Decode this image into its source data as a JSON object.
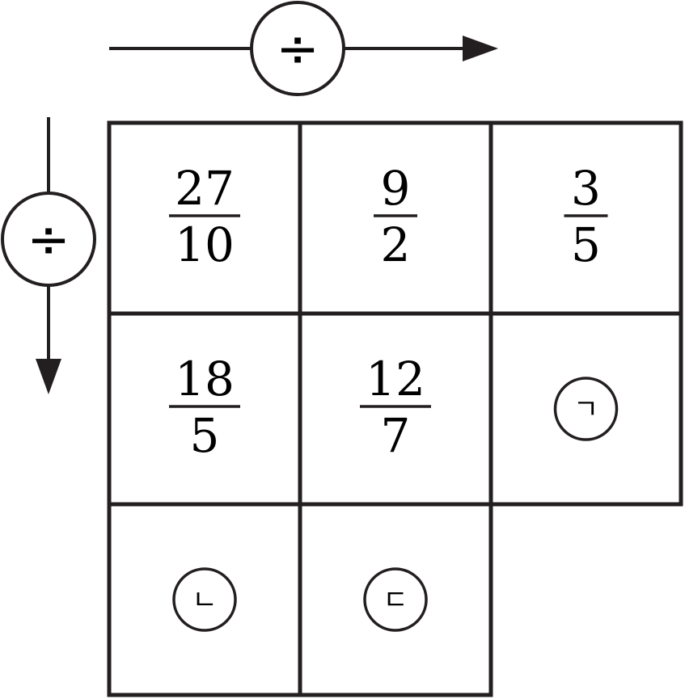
{
  "operators": {
    "horizontal": "÷",
    "vertical": "÷"
  },
  "grid": {
    "rows": [
      [
        {
          "numerator": "27",
          "denominator": "10"
        },
        {
          "numerator": "9",
          "denominator": "2"
        },
        {
          "numerator": "3",
          "denominator": "5"
        }
      ],
      [
        {
          "numerator": "18",
          "denominator": "5"
        },
        {
          "numerator": "12",
          "denominator": "7"
        },
        {
          "blank": "ㄱ"
        }
      ],
      [
        {
          "blank": "ㄴ"
        },
        {
          "blank": "ㄷ"
        },
        null
      ]
    ]
  },
  "colors": {
    "stroke": "#231f20",
    "background": "#ffffff"
  }
}
